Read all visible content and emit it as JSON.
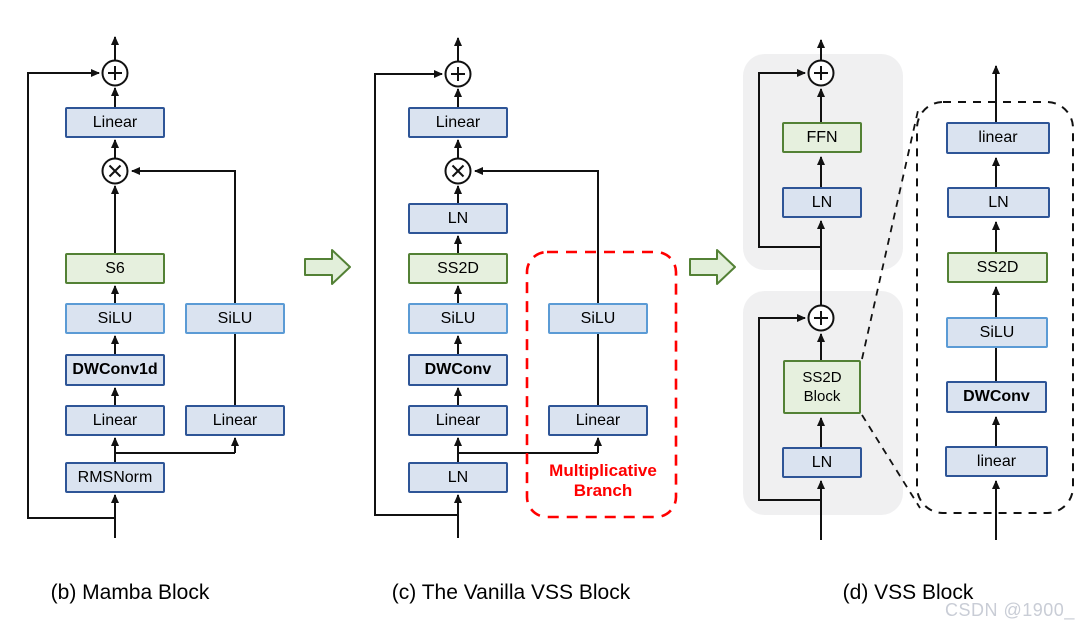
{
  "figure": {
    "type": "architecture-diagram",
    "watermark": "CSDN @1900_"
  },
  "colors": {
    "box_blue_fill": "#dae3f0",
    "box_blue_border": "#2e5597",
    "box_silu_border": "#5b9bd5",
    "box_green_fill": "#e6f0de",
    "box_green_border": "#538135",
    "panel_gray": "#f0f0f1",
    "accent_red": "#ff0000",
    "line_black": "#111111"
  },
  "diagram_b": {
    "caption": "(b) Mamba Block",
    "add_symbol": "⊕",
    "multiply_symbol": "⊗",
    "linear_out": "Linear",
    "s6": "S6",
    "silu_main": "SiLU",
    "dwconv1d": "DWConv1d",
    "linear_main": "Linear",
    "rmsnorm": "RMSNorm",
    "silu_gate": "SiLU",
    "linear_gate": "Linear"
  },
  "diagram_c": {
    "caption": "(c) The Vanilla VSS Block",
    "add_symbol": "⊕",
    "multiply_symbol": "⊗",
    "linear_out": "Linear",
    "ln_out": "LN",
    "ss2d": "SS2D",
    "silu_main": "SiLU",
    "dwconv": "DWConv",
    "linear_main": "Linear",
    "ln_in": "LN",
    "silu_gate": "SiLU",
    "linear_gate": "Linear",
    "branch_label": "Multiplicative Branch"
  },
  "diagram_d": {
    "caption": "(d) VSS Block",
    "add_symbol": "⊕",
    "ffn": "FFN",
    "ln_top": "LN",
    "ss2d_block": "SS2D Block",
    "ln_bottom": "LN",
    "detail": {
      "linear_out": "linear",
      "ln": "LN",
      "ss2d": "SS2D",
      "silu": "SiLU",
      "dwconv": "DWConv",
      "linear_in": "linear"
    }
  }
}
